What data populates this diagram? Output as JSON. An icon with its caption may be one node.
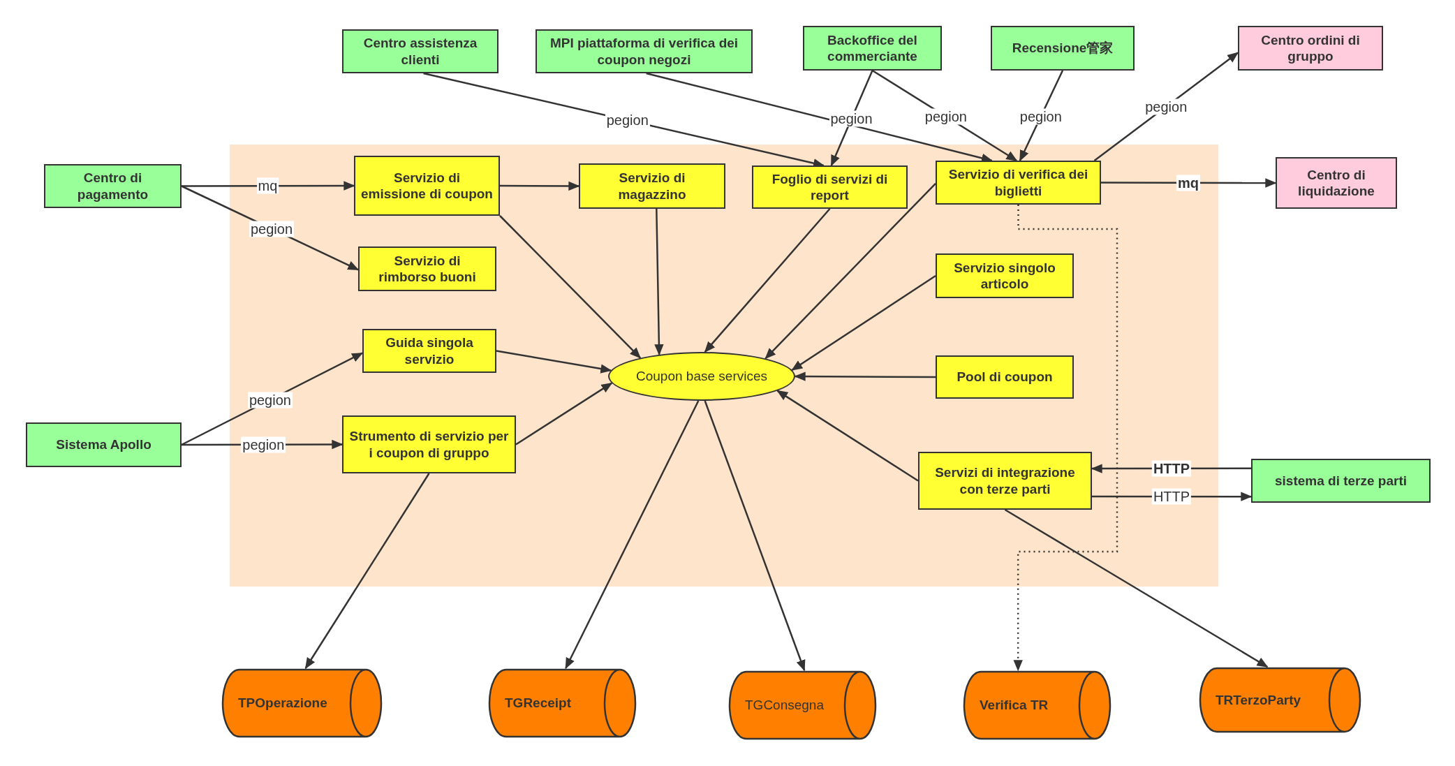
{
  "diagram": {
    "nodes": [
      {
        "text": [
          "Centro assistenza clienti"
        ]
      },
      {
        "text": [
          "MPI piattaforma di verifica dei coupon negozi"
        ]
      },
      {
        "text": [
          "Backoffice del commerciante"
        ]
      },
      {
        "text": [
          "Recensione管家"
        ]
      },
      {
        "text": [
          "Centro ordini di gruppo"
        ]
      },
      {
        "text": [
          "Centro di pagamento"
        ]
      },
      {
        "text": [],
        "shape": "box"
      },
      {
        "text": [
          "Servizio di emissione di coupon"
        ],
        "in": 6
      },
      {
        "text": [
          "Servizio di magazzino"
        ],
        "in": 6
      },
      {
        "text": [
          "Foglio di servizi di report"
        ],
        "in": 6
      },
      {
        "text": [
          "Servizio di verifica dei biglietti"
        ],
        "in": 6
      },
      {
        "text": [
          "Centro di liquidazione"
        ]
      },
      {
        "text": [
          "Servizio di rimborso buoni"
        ],
        "in": 6
      },
      {
        "text": [
          "Servizio singolo articolo"
        ],
        "in": 6
      },
      {
        "text": [
          "Guida singola servizio"
        ],
        "in": 6
      },
      {
        "text": [
          "Coupon base services"
        ],
        "in": 6
      },
      {
        "text": [
          "Pool di coupon"
        ],
        "in": 6
      },
      {
        "text": [
          "Sistema Apollo"
        ]
      },
      {
        "text": [
          "Strumento di servizio per i coupon di gruppo"
        ],
        "in": 6
      },
      {
        "text": [
          "Servizi di integrazione con terze parti"
        ],
        "in": 6
      },
      {
        "text": [
          "sistema di terze parti"
        ]
      },
      {
        "text": [
          "TPOperazione"
        ]
      },
      {
        "text": [
          "TGReceipt"
        ]
      },
      {
        "text": [
          "TGConsegna"
        ]
      },
      {
        "text": [
          "Verifica TR"
        ]
      },
      {
        "text": [
          "TRTerzoParty"
        ]
      }
    ],
    "edges": [
      {
        "from": 0,
        "to": 9,
        "arrow": "to",
        "label": "pegion"
      },
      {
        "from": 1,
        "to": 10,
        "arrow": "to"
      },
      {
        "from": 2,
        "to": 9,
        "arrow": "to",
        "label": "pegion"
      },
      {
        "from": 2,
        "to": 10,
        "arrow": "to",
        "label": "pegion"
      },
      {
        "from": 3,
        "to": 10,
        "arrow": "to",
        "label": "pegion"
      },
      {
        "from": 10,
        "to": 4,
        "arrow": "to",
        "label": "pegion"
      },
      {
        "from": 5,
        "to": 7,
        "arrow": "to",
        "label": "mq"
      },
      {
        "from": 5,
        "to": 12,
        "arrow": "to",
        "label": "pegion"
      },
      {
        "from": 7,
        "to": 8,
        "arrow": "to"
      },
      {
        "from": 10,
        "to": 11,
        "arrow": "to",
        "label": "mq"
      },
      {
        "from": 7,
        "to": 15,
        "arrow": "to"
      },
      {
        "from": 8,
        "to": 15,
        "arrow": "to"
      },
      {
        "from": 9,
        "to": 15,
        "arrow": "to"
      },
      {
        "from": 10,
        "to": 15,
        "arrow": "to"
      },
      {
        "from": 13,
        "to": 15,
        "arrow": "to"
      },
      {
        "from": 16,
        "to": 15,
        "arrow": "to"
      },
      {
        "from": 14,
        "to": 15,
        "arrow": "to"
      },
      {
        "from": 17,
        "to": 14,
        "arrow": "to",
        "label": "pegion"
      },
      {
        "from": 17,
        "to": 18,
        "arrow": "to",
        "label": "pegion"
      },
      {
        "from": 18,
        "to": 15,
        "arrow": "to"
      },
      {
        "from": 19,
        "to": 15,
        "arrow": "to"
      },
      {
        "from": 20,
        "to": 19,
        "arrow": "to",
        "label": "HTTP"
      },
      {
        "from": 19,
        "to": 20,
        "arrow": "to",
        "label": "HTTP"
      },
      {
        "from": 18,
        "to": 21,
        "arrow": "to"
      },
      {
        "from": 15,
        "to": 22,
        "arrow": "to"
      },
      {
        "from": 15,
        "to": 23,
        "arrow": "to"
      },
      {
        "from": 10,
        "to": 24,
        "arrow": "to",
        "style": "dashed"
      },
      {
        "from": 19,
        "to": 25,
        "arrow": "to"
      }
    ]
  }
}
